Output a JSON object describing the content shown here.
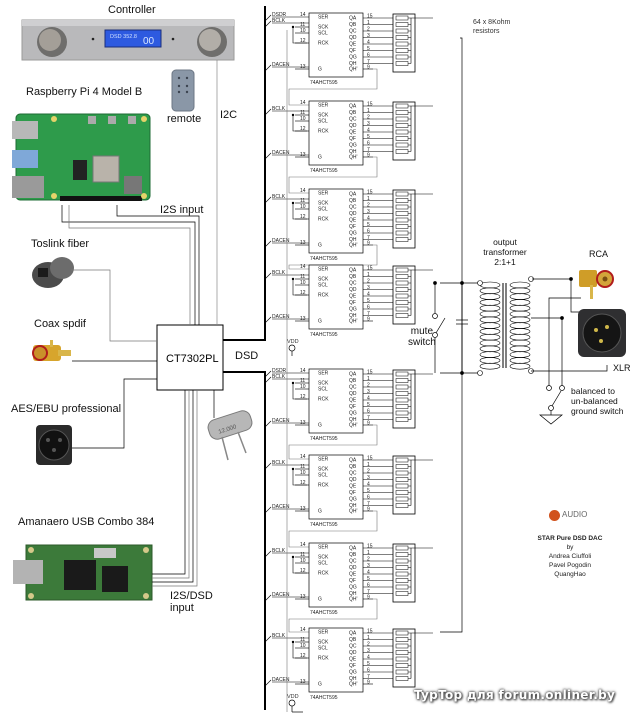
{
  "title": "STAR Pure DSD DAC block diagram",
  "labels": {
    "controller": "Controller",
    "remote": "remote",
    "i2c": "I2C",
    "raspberry": "Raspberry Pi 4 Model B",
    "i2s_input": "I2S input",
    "toslink": "Toslink fiber",
    "coax": "Coax spdif",
    "aes": "AES/EBU professional",
    "amanero": "Amanaero USB Combo 384",
    "i2s_dsd_line1": "I2S/DSD",
    "i2s_dsd_line2": "input",
    "ct7302": "CT7302PL",
    "dsd": "DSD",
    "resistors_line1": "64 x 8Kohm",
    "resistors_line2": "resistors",
    "mute_line1": "mute",
    "mute_line2": "switch",
    "transformer_line1": "output",
    "transformer_line2": "transformer",
    "transformer_line3": "2:1+1",
    "rca": "RCA",
    "xlr": "XLR",
    "ground_line1": "balanced to",
    "ground_line2": "un-balanced",
    "ground_line3": "ground switch",
    "vdd": "VDD",
    "crystal": "12.000"
  },
  "chip": {
    "part": "74AHCT595",
    "left_pins": [
      {
        "num": "14",
        "name": "SER"
      },
      {
        "num": "11",
        "name": "SCK"
      },
      {
        "num": "10",
        "name": "SCL"
      },
      {
        "num": "12",
        "name": "RCK"
      },
      {
        "num": "13",
        "name": "G"
      }
    ],
    "right_pins": [
      {
        "num": "15",
        "name": "QA"
      },
      {
        "num": "1",
        "name": "QB"
      },
      {
        "num": "2",
        "name": "QC"
      },
      {
        "num": "3",
        "name": "QD"
      },
      {
        "num": "4",
        "name": "QE"
      },
      {
        "num": "5",
        "name": "QF"
      },
      {
        "num": "6",
        "name": "QG"
      },
      {
        "num": "7",
        "name": "QH"
      },
      {
        "num": "9",
        "name": "QH'"
      }
    ]
  },
  "bus_signals": [
    "DSDR",
    "BCLK",
    "DACEN"
  ],
  "chip_stages": [
    {
      "signals": [
        "DSDR",
        "BCLK",
        "DACEN"
      ]
    },
    {
      "signals": [
        "BCLK",
        "DACEN"
      ]
    },
    {
      "signals": [
        "BCLK",
        "DACEN"
      ]
    },
    {
      "signals": [
        "BCLK",
        "DACEN"
      ]
    },
    {
      "signals": [
        "DSDR",
        "BCLK",
        "DACEN"
      ]
    },
    {
      "signals": [
        "BCLK",
        "DACEN"
      ]
    },
    {
      "signals": [
        "BCLK",
        "DACEN"
      ]
    },
    {
      "signals": [
        "BCLK",
        "DACEN"
      ]
    }
  ],
  "credits": {
    "brand": "AUDIO",
    "product": "STAR Pure DSD DAC",
    "by": "by",
    "authors": [
      "Andrea Ciuffoli",
      "Pavel Pogodin",
      "QuangHao"
    ]
  },
  "watermark": "TypTop для forum.onliner.by"
}
